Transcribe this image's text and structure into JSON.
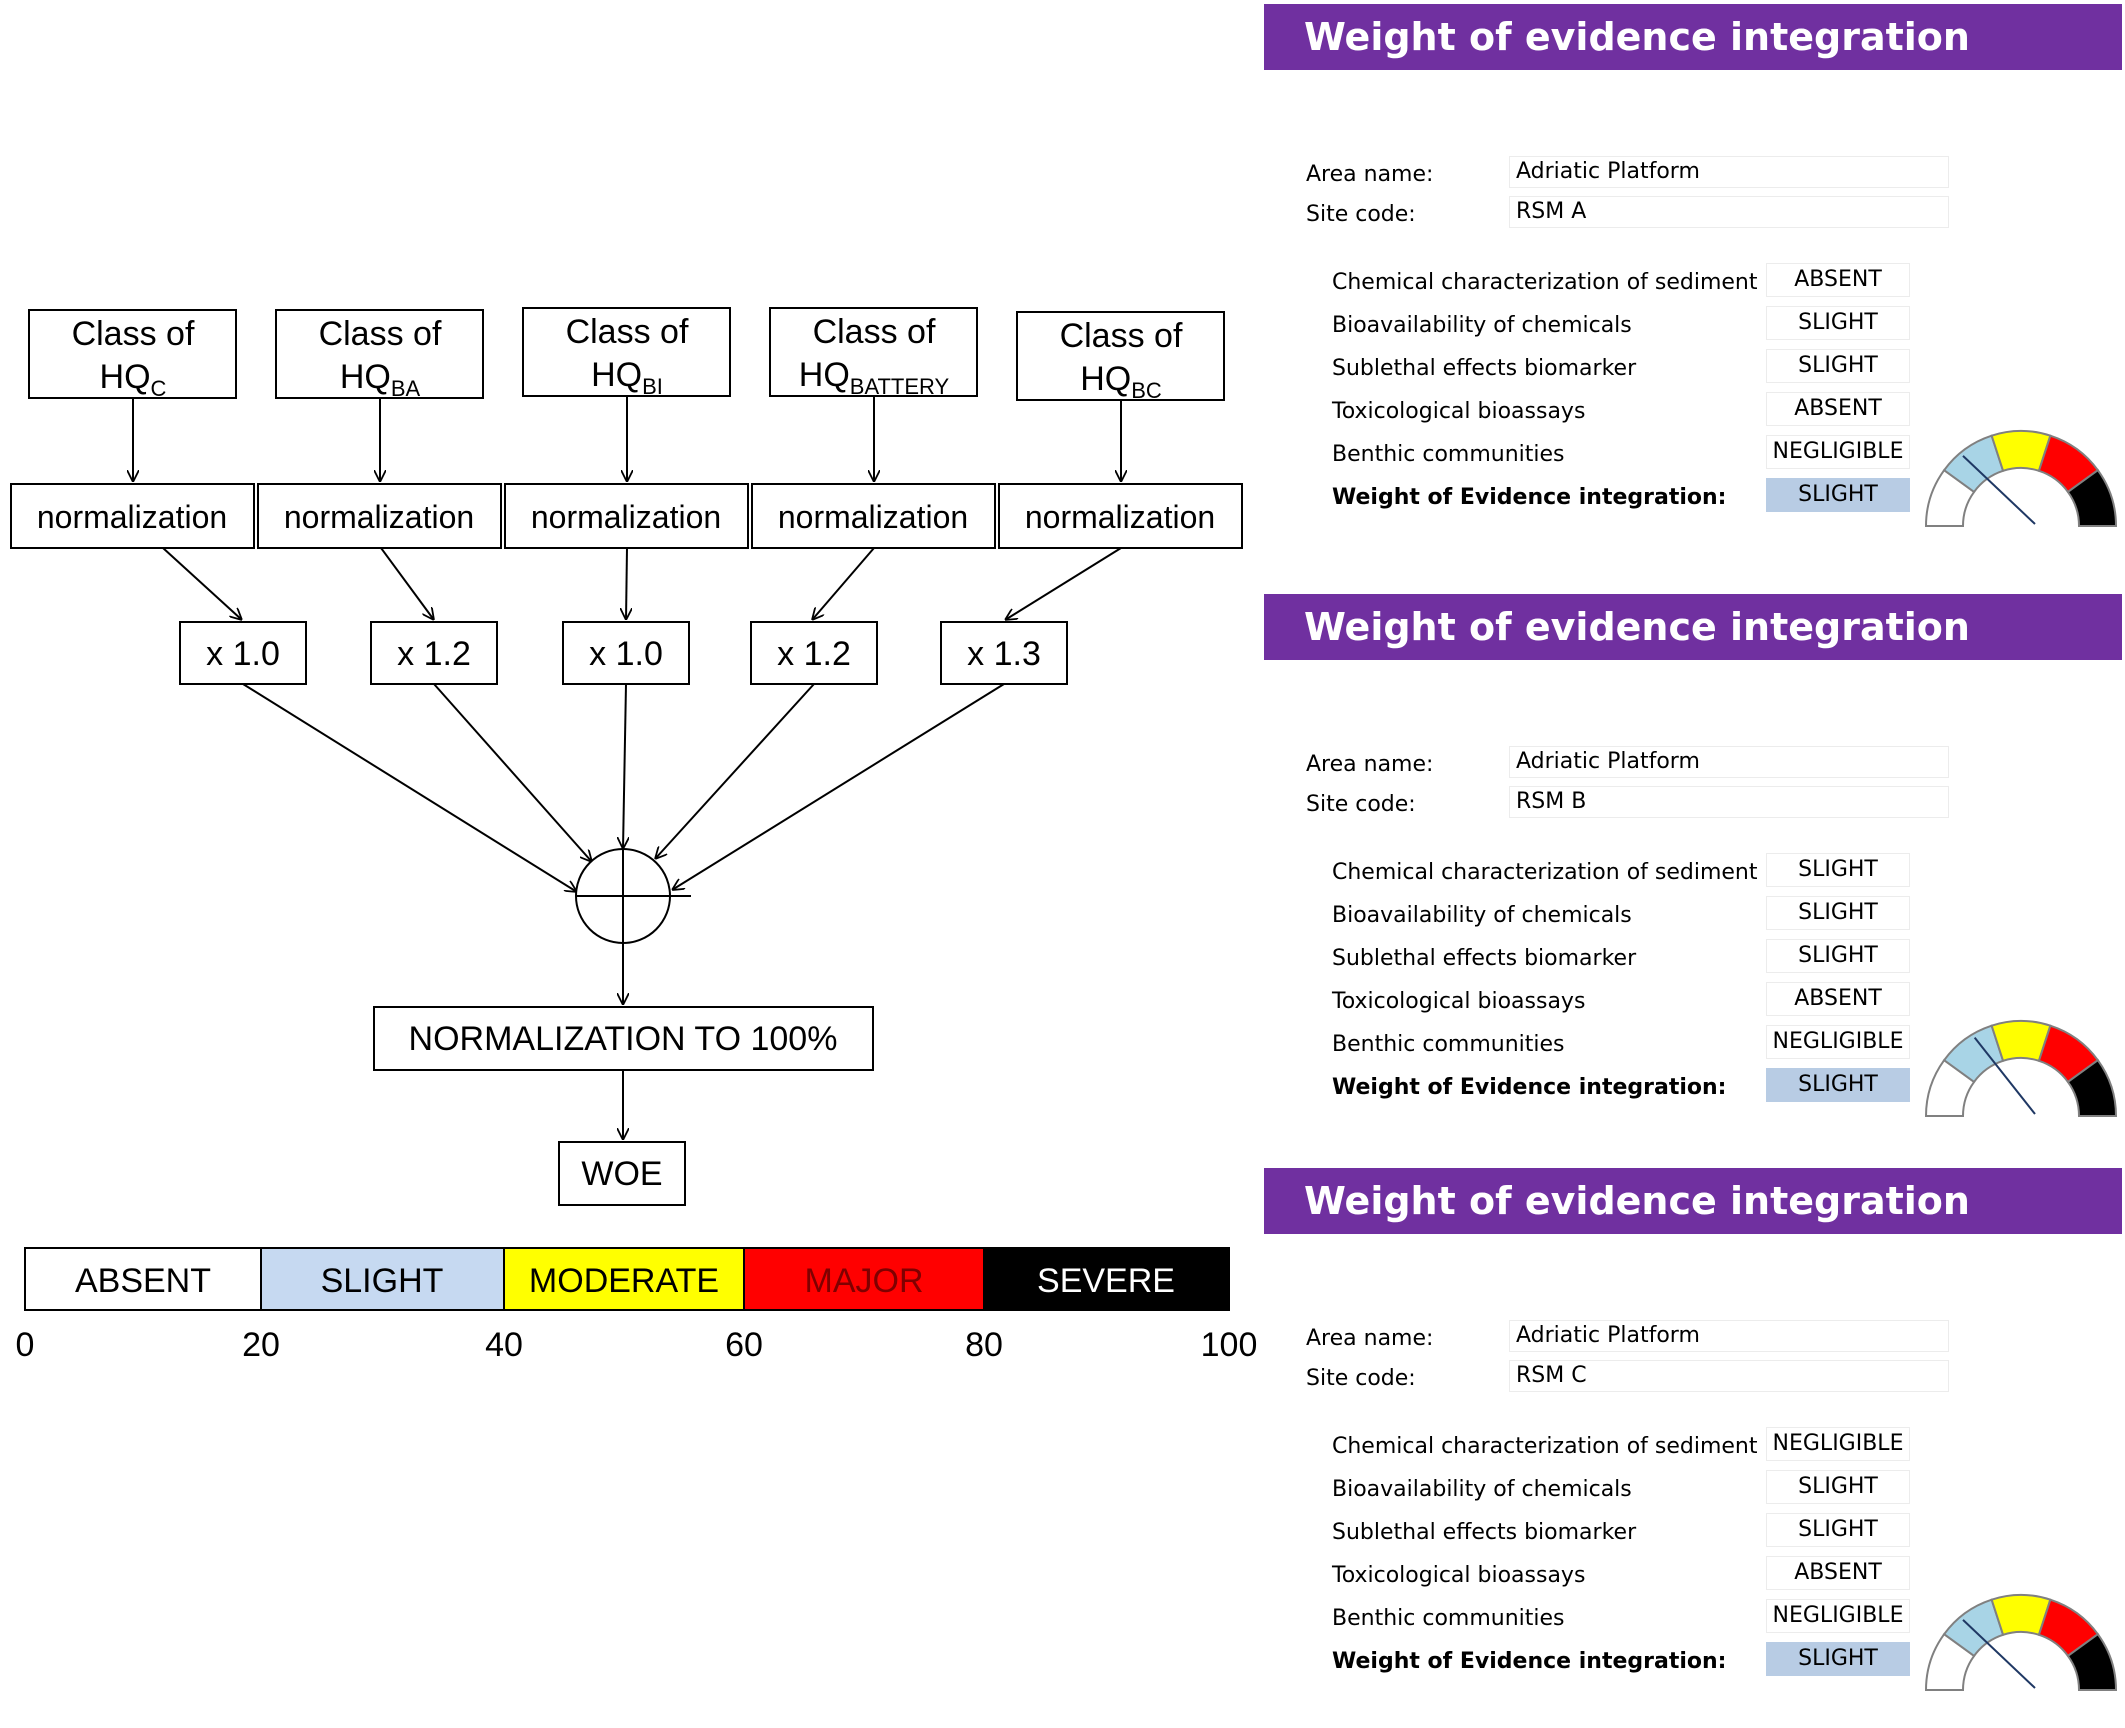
{
  "flowchart": {
    "inputs": [
      {
        "prefix": "Class of",
        "hq": "HQ",
        "sub": "C"
      },
      {
        "prefix": "Class of",
        "hq": "HQ",
        "sub": "BA"
      },
      {
        "prefix": "Class of",
        "hq": "HQ",
        "sub": "BI"
      },
      {
        "prefix": "Class of",
        "hq": "HQ",
        "sub": "BATTERY"
      },
      {
        "prefix": "Class of",
        "hq": "HQ",
        "sub": "BC"
      }
    ],
    "normalization_label": "normalization",
    "weights": [
      "x 1.0",
      "x 1.2",
      "x 1.0",
      "x 1.2",
      "x 1.3"
    ],
    "normalization_total": "NORMALIZATION TO 100%",
    "result": "WOE"
  },
  "severity_scale": {
    "classes": [
      {
        "label": "ABSENT",
        "color": "#ffffff",
        "text_color": "#000000"
      },
      {
        "label": "SLIGHT",
        "color": "#c6d9f1",
        "text_color": "#000000"
      },
      {
        "label": "MODERATE",
        "color": "#ffff00",
        "text_color": "#000000"
      },
      {
        "label": "MAJOR",
        "color": "#ff0000",
        "text_color": "#7f0000"
      },
      {
        "label": "SEVERE",
        "color": "#000000",
        "text_color": "#ffffff"
      }
    ],
    "ticks": [
      "0",
      "20",
      "40",
      "60",
      "80",
      "100"
    ]
  },
  "panels": [
    {
      "title": "Weight of evidence integration",
      "area_label": "Area name:",
      "area_value": "Adriatic Platform",
      "site_label": "Site code:",
      "site_value": "RSM A",
      "rows": [
        {
          "label": "Chemical characterization of sediment",
          "value": "ABSENT"
        },
        {
          "label": "Bioavailability of chemicals",
          "value": "SLIGHT"
        },
        {
          "label": "Sublethal effects biomarker",
          "value": "SLIGHT"
        },
        {
          "label": "Toxicological bioassays",
          "value": "ABSENT"
        },
        {
          "label": "Benthic communities",
          "value": "NEGLIGIBLE"
        }
      ],
      "result_label": "Weight of Evidence integration:",
      "result_value": "SLIGHT",
      "gauge_percent": 28
    },
    {
      "title": "Weight of evidence integration",
      "area_label": "Area name:",
      "area_value": "Adriatic Platform",
      "site_label": "Site code:",
      "site_value": "RSM B",
      "rows": [
        {
          "label": "Chemical characterization of sediment",
          "value": "SLIGHT"
        },
        {
          "label": "Bioavailability of chemicals",
          "value": "SLIGHT"
        },
        {
          "label": "Sublethal effects biomarker",
          "value": "SLIGHT"
        },
        {
          "label": "Toxicological bioassays",
          "value": "ABSENT"
        },
        {
          "label": "Benthic communities",
          "value": "NEGLIGIBLE"
        }
      ],
      "result_label": "Weight of Evidence integration:",
      "result_value": "SLIGHT",
      "gauge_percent": 33
    },
    {
      "title": "Weight of evidence integration",
      "area_label": "Area name:",
      "area_value": "Adriatic Platform",
      "site_label": "Site code:",
      "site_value": "RSM C",
      "rows": [
        {
          "label": "Chemical characterization of sediment",
          "value": "NEGLIGIBLE"
        },
        {
          "label": "Bioavailability of chemicals",
          "value": "SLIGHT"
        },
        {
          "label": "Sublethal effects biomarker",
          "value": "SLIGHT"
        },
        {
          "label": "Toxicological bioassays",
          "value": "ABSENT"
        },
        {
          "label": "Benthic communities",
          "value": "NEGLIGIBLE"
        }
      ],
      "result_label": "Weight of Evidence integration:",
      "result_value": "SLIGHT",
      "gauge_percent": 28
    }
  ]
}
